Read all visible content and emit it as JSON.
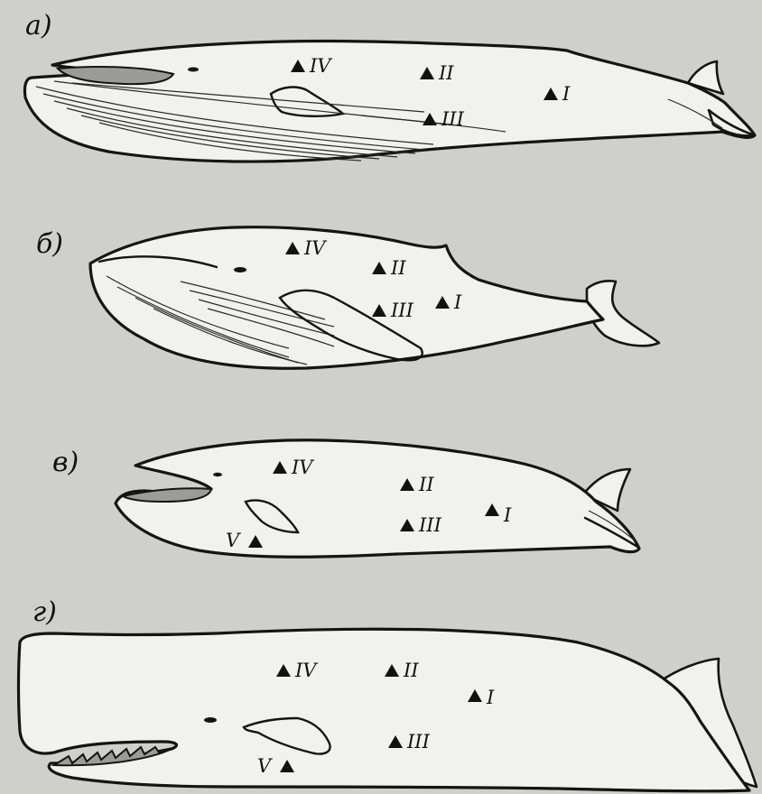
{
  "colors": {
    "background": "#cfcfcd",
    "ink": "#141414",
    "body_fill": "#f1f1ef"
  },
  "panels": [
    {
      "id": "a",
      "label": "а)",
      "whale_icon": "blue-whale-icon",
      "markers": [
        {
          "id": "IV",
          "label": "IV"
        },
        {
          "id": "II",
          "label": "II"
        },
        {
          "id": "III",
          "label": "III"
        },
        {
          "id": "I",
          "label": "I"
        }
      ]
    },
    {
      "id": "b",
      "label": "б)",
      "whale_icon": "humpback-whale-icon",
      "markers": [
        {
          "id": "IV",
          "label": "IV"
        },
        {
          "id": "II",
          "label": "II"
        },
        {
          "id": "III",
          "label": "III"
        },
        {
          "id": "I",
          "label": "I"
        }
      ]
    },
    {
      "id": "v",
      "label": "в)",
      "whale_icon": "baleen-whale-icon",
      "markers": [
        {
          "id": "IV",
          "label": "IV"
        },
        {
          "id": "II",
          "label": "II"
        },
        {
          "id": "III",
          "label": "III"
        },
        {
          "id": "I",
          "label": "I"
        },
        {
          "id": "V",
          "label": "V"
        }
      ]
    },
    {
      "id": "g",
      "label": "г)",
      "whale_icon": "sperm-whale-icon",
      "markers": [
        {
          "id": "IV",
          "label": "IV"
        },
        {
          "id": "II",
          "label": "II"
        },
        {
          "id": "I",
          "label": "I"
        },
        {
          "id": "III",
          "label": "III"
        },
        {
          "id": "V",
          "label": "V"
        }
      ]
    }
  ]
}
